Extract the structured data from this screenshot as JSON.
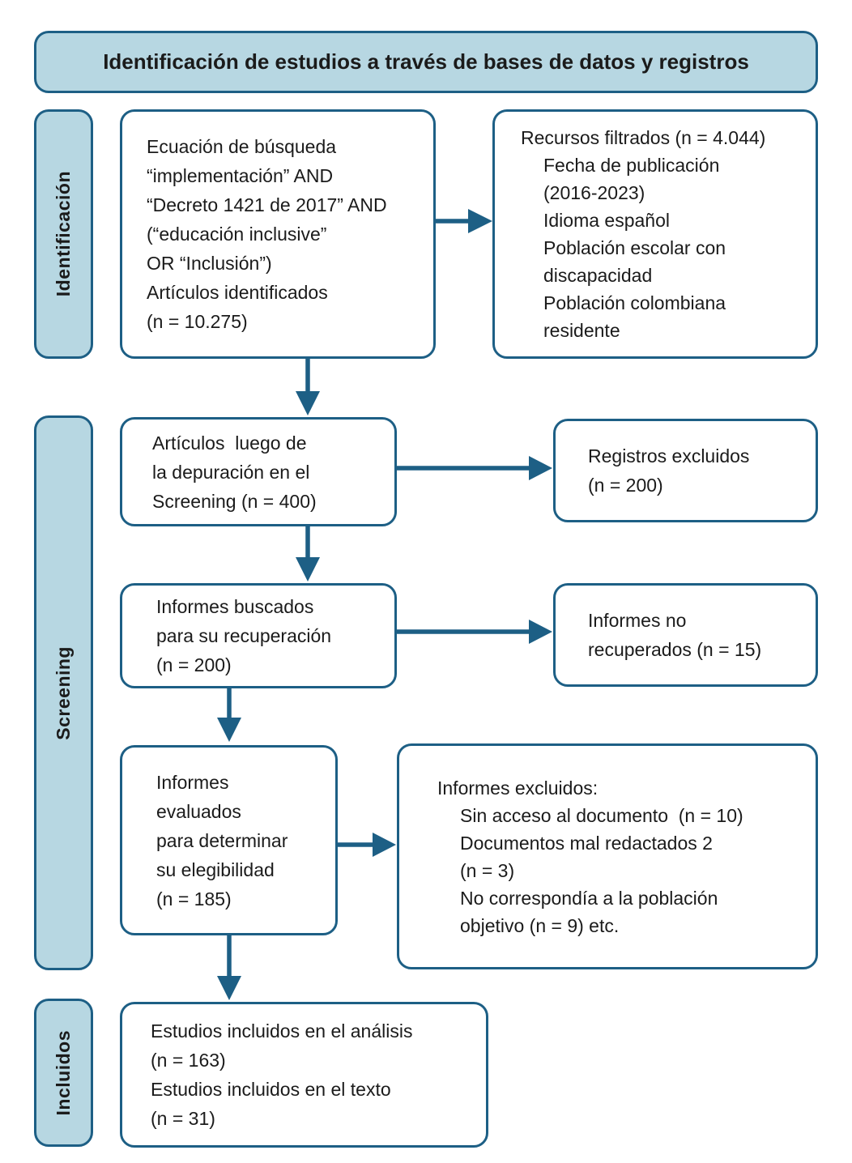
{
  "colors": {
    "accent": "#1d5f85",
    "panel_fill": "#b7d7e2",
    "text": "#1b1b1b",
    "box_fill": "#ffffff"
  },
  "title": "Identificación de estudios a través de bases de datos y registros",
  "sidebar": {
    "identificacion": "Identificación",
    "screening": "Screening",
    "incluidos": "Incluidos"
  },
  "boxes": {
    "search": {
      "lines": [
        "Ecuación de búsqueda",
        "“implementación” AND",
        "“Decreto 1421 de 2017” AND",
        "(“educación inclusive”",
        "OR “Inclusión”)",
        "Artículos identificados",
        "(n = 10.275)"
      ]
    },
    "filtered": {
      "lines": [
        "Recursos filtrados (n = 4.044)",
        "Fecha de publicación",
        "(2016-2023)",
        "Idioma español",
        "Población escolar con",
        "discapacidad",
        "Población colombiana",
        "residente"
      ]
    },
    "screened": {
      "lines": [
        "Artículos  luego de",
        "la depuración en el",
        "Screening (n = 400)"
      ]
    },
    "records_excluded": {
      "lines": [
        "Registros excluidos",
        "(n = 200)"
      ]
    },
    "sought": {
      "lines": [
        "Informes buscados",
        "para su recuperación",
        "(n = 200)"
      ]
    },
    "not_retrieved": {
      "lines": [
        "Informes no",
        "recuperados (n = 15)"
      ]
    },
    "assessed": {
      "lines": [
        "Informes",
        "evaluados",
        "para determinar",
        "su elegibilidad",
        "(n = 185)"
      ]
    },
    "reports_excluded": {
      "lines": [
        "Informes excluidos:",
        "Sin acceso al documento  (n = 10)",
        "Documentos mal redactados 2",
        "(n = 3)",
        "No correspondía a la población",
        "objetivo (n = 9) etc."
      ]
    },
    "included": {
      "lines": [
        "Estudios incluidos en el análisis",
        "(n = 163)",
        "Estudios incluidos en el texto",
        "(n = 31)"
      ]
    }
  }
}
